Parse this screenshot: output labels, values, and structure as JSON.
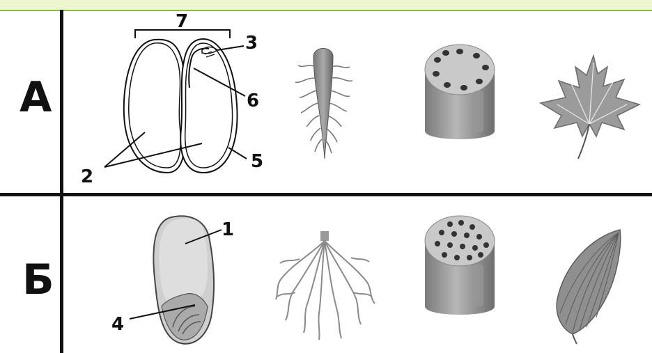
{
  "rows": [
    {
      "label": "А"
    },
    {
      "label": "Б"
    }
  ],
  "callouts": {
    "n1": "1",
    "n2": "2",
    "n3": "3",
    "n4": "4",
    "n5": "5",
    "n6": "6",
    "n7": "7"
  }
}
